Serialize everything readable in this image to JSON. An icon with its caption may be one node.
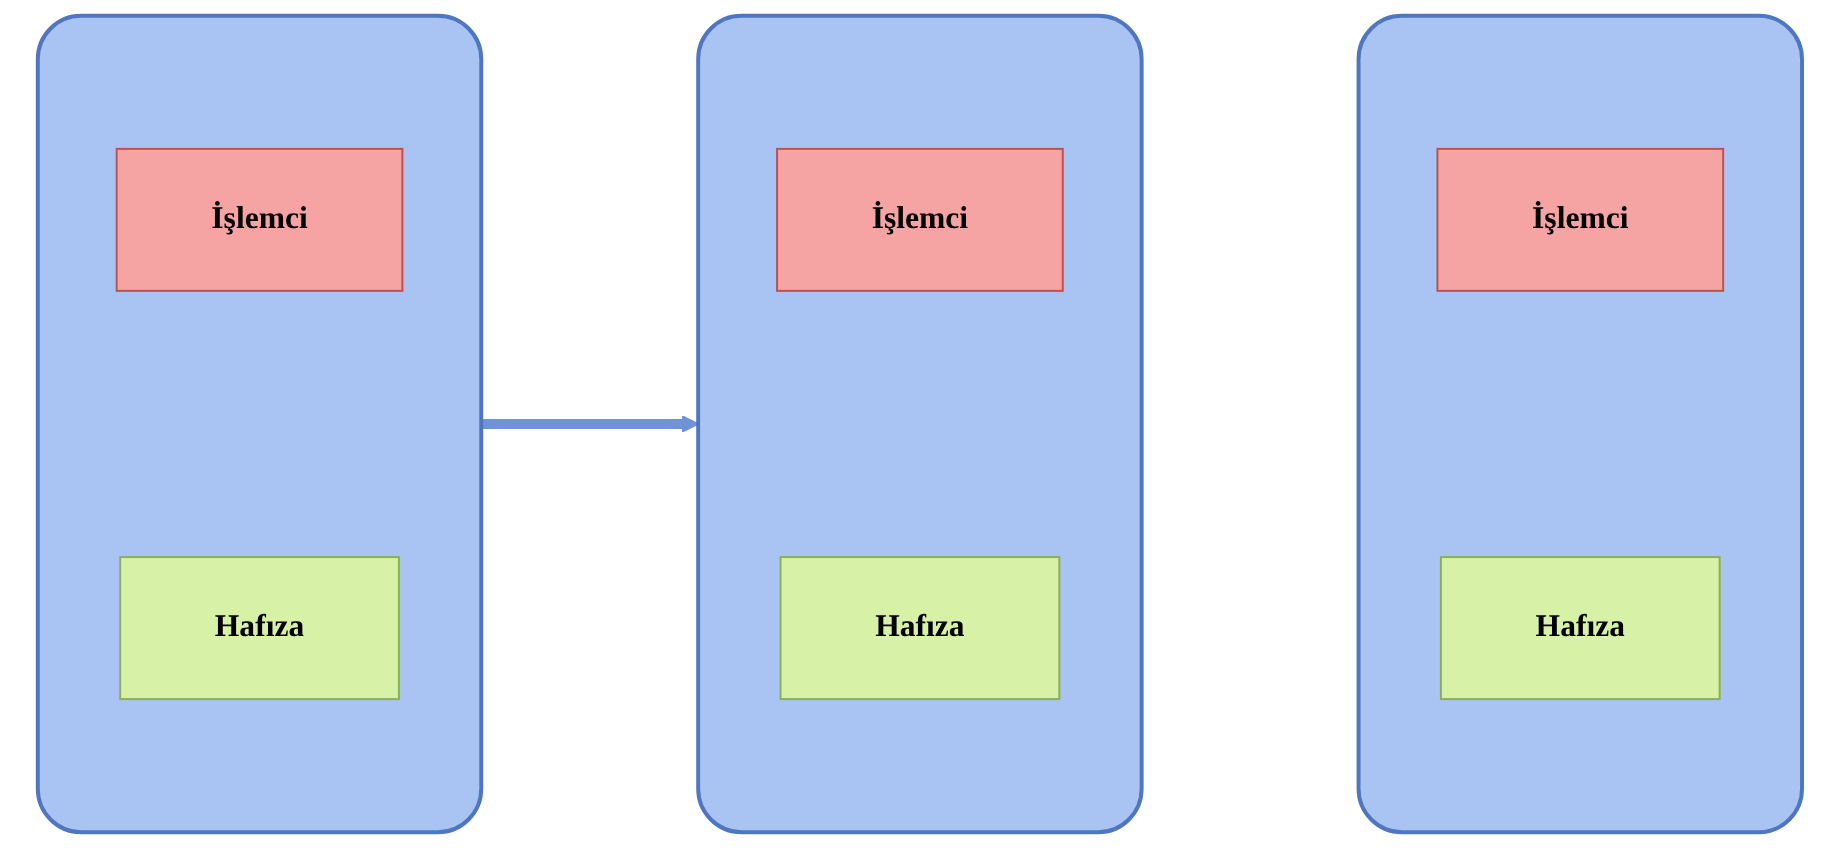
{
  "diagram": {
    "nodes": [
      {
        "text": [],
        "shape": "box"
      },
      {
        "text": [
          "İşlemci"
        ],
        "in": 0
      },
      {
        "text": [
          "Hafıza"
        ],
        "in": 0
      },
      {
        "text": [],
        "shape": "box"
      },
      {
        "text": [
          "İşlemci"
        ],
        "in": 3
      },
      {
        "text": [
          "Hafıza"
        ],
        "in": 3
      },
      {
        "text": [],
        "shape": "box"
      },
      {
        "text": [
          "İşlemci"
        ],
        "in": 6
      },
      {
        "text": [
          "Hafıza"
        ],
        "in": 6
      }
    ],
    "edges": [
      {
        "from": 0,
        "to": 3,
        "arrow": "to"
      }
    ]
  }
}
